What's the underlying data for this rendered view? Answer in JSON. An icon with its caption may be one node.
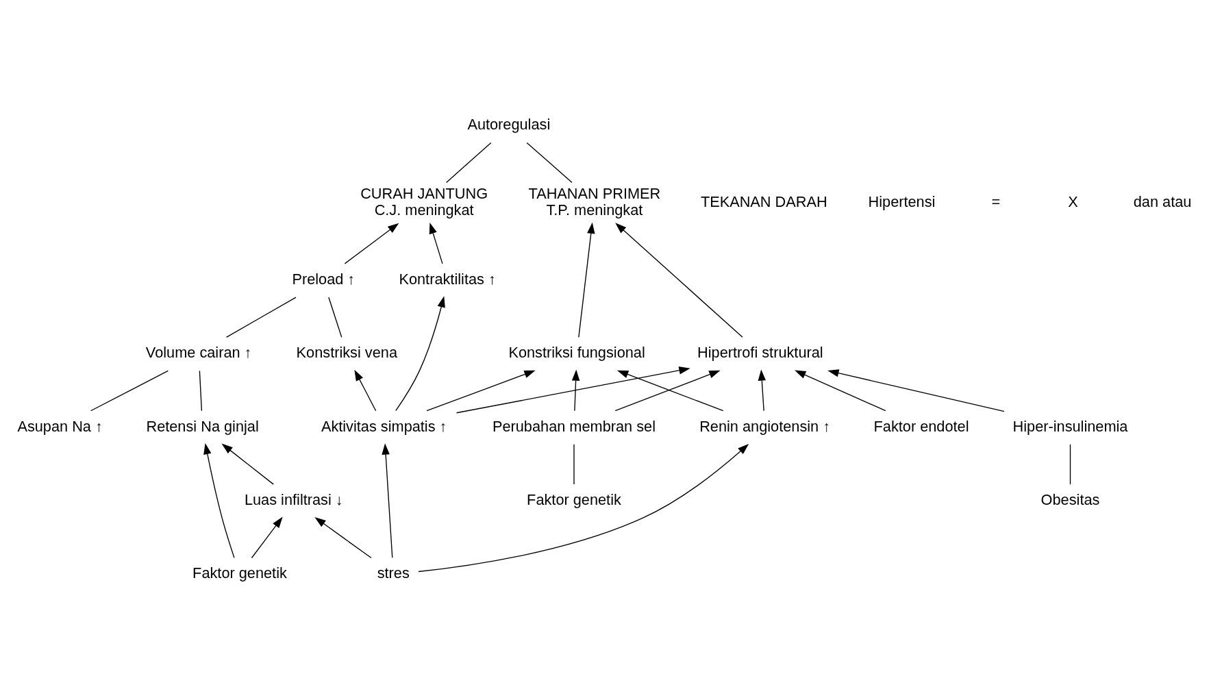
{
  "diagram": {
    "nodes": [
      {
        "text": [
          "Autoregulasi"
        ]
      },
      {
        "text": [
          "CURAH JANTUNG",
          "C.J. meningkat"
        ]
      },
      {
        "text": [
          "TAHANAN PRIMER",
          "T.P. meningkat"
        ]
      },
      {
        "text": [
          "Preload ↑"
        ]
      },
      {
        "text": [
          "Kontraktilitas ↑"
        ]
      },
      {
        "text": [
          "Konstriksi fungsional"
        ]
      },
      {
        "text": [
          "Hipertrofi struktural"
        ]
      },
      {
        "text": [
          "Volume cairan ↑"
        ]
      },
      {
        "text": [
          "Konstriksi vena"
        ]
      },
      {
        "text": [
          "Retensi Na ginjal"
        ]
      },
      {
        "text": [
          "Luas infiltrasi ↓"
        ]
      },
      {
        "text": [
          "Aktivitas simpatis ↑"
        ]
      },
      {
        "text": [
          "Renin angiotensin ↑"
        ]
      },
      {
        "text": [
          "Perubahan membran sel"
        ]
      },
      {
        "text": [
          "Hiper-insulinemia"
        ]
      },
      {
        "text": [
          "Asupan Na ↑"
        ]
      },
      {
        "text": [
          "Faktor genetik"
        ]
      },
      {
        "text": [
          "stres"
        ]
      },
      {
        "text": [
          "Faktor genetik"
        ]
      },
      {
        "text": [
          "Obesitas"
        ]
      },
      {
        "text": [
          "Faktor endotel"
        ]
      }
    ],
    "edges": [
      {
        "from": 1,
        "to": 0,
        "arrow": "none"
      },
      {
        "from": 2,
        "to": 0,
        "arrow": "none"
      },
      {
        "from": 3,
        "to": 1,
        "arrow": "to"
      },
      {
        "from": 4,
        "to": 1,
        "arrow": "to"
      },
      {
        "from": 5,
        "to": 2,
        "arrow": "to"
      },
      {
        "from": 6,
        "to": 2,
        "arrow": "to"
      },
      {
        "from": 7,
        "to": 3,
        "arrow": "none"
      },
      {
        "from": 8,
        "to": 3,
        "arrow": "none"
      },
      {
        "from": 15,
        "to": 7,
        "arrow": "none"
      },
      {
        "from": 9,
        "to": 7,
        "arrow": "none"
      },
      {
        "from": 10,
        "to": 9,
        "arrow": "to"
      },
      {
        "from": 16,
        "to": 9,
        "arrow": "to"
      },
      {
        "from": 16,
        "to": 10,
        "arrow": "to"
      },
      {
        "from": 17,
        "to": 10,
        "arrow": "to"
      },
      {
        "from": 17,
        "to": 11,
        "arrow": "to"
      },
      {
        "from": 17,
        "to": 12,
        "arrow": "to"
      },
      {
        "from": 11,
        "to": 8,
        "arrow": "to"
      },
      {
        "from": 11,
        "to": 4,
        "arrow": "to"
      },
      {
        "from": 11,
        "to": 5,
        "arrow": "to"
      },
      {
        "from": 11,
        "to": 6,
        "arrow": "to"
      },
      {
        "from": 12,
        "to": 5,
        "arrow": "to"
      },
      {
        "from": 12,
        "to": 6,
        "arrow": "to"
      },
      {
        "from": 13,
        "to": 5,
        "arrow": "to"
      },
      {
        "from": 13,
        "to": 6,
        "arrow": "to"
      },
      {
        "from": 18,
        "to": 13,
        "arrow": "none"
      },
      {
        "from": 14,
        "to": 6,
        "arrow": "to"
      },
      {
        "from": 19,
        "to": 14,
        "arrow": "none"
      },
      {
        "from": 20,
        "to": 6,
        "arrow": "to"
      }
    ],
    "labels": [
      "TEKANAN DARAH",
      "Hipertensi",
      "=",
      "X",
      "dan atau"
    ]
  }
}
